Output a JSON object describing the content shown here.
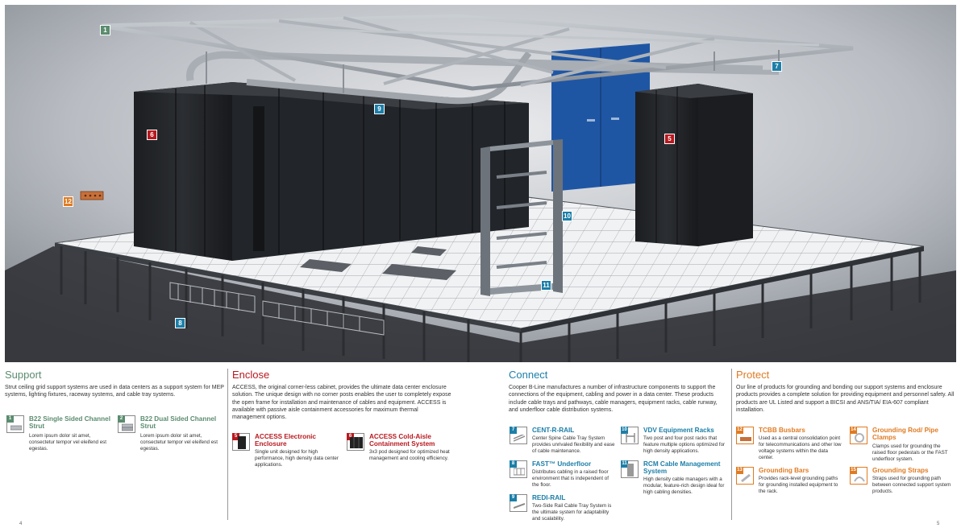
{
  "colors": {
    "support": "#5b8c6f",
    "enclose": "#b8191f",
    "connect": "#1c7fa8",
    "protect": "#e07b22",
    "blue_door": "#1f56a4"
  },
  "callouts": {
    "c1": "1",
    "c5": "5",
    "c6": "6",
    "c7": "7",
    "c8": "8",
    "c9": "9",
    "c10": "10",
    "c11": "11",
    "c12": "12"
  },
  "support": {
    "heading": "Support",
    "desc": "Strut ceiling grid support systems are used in data centers as a support system for MEP systems, lighting fixtures, raceway systems, and cable tray systems.",
    "products": [
      {
        "num": "1",
        "title": "B22 Single Sided Channel Strut",
        "desc": "Lorem ipsum dolor sit amet, consectetur tempor vel eleifend est egestas.",
        "icon": "channel-strut-icon"
      },
      {
        "num": "2",
        "title": "B22 Dual Sided Channel Strut",
        "desc": "Lorem ipsum dolor sit amet, consectetur tempor vel eleifend est egestas.",
        "icon": "dual-channel-strut-icon"
      }
    ]
  },
  "enclose": {
    "heading": "Enclose",
    "desc": "ACCESS, the original corner-less cabinet, provides the ultimate data center enclosure solution. The unique design with no corner posts enables the user to completely expose the open frame for installation and maintenance of cables and equipment. ACCESS is available with passive aisle containment accessories for maximum thermal management options.",
    "products": [
      {
        "num": "5",
        "title": "ACCESS Electronic Enclosure",
        "desc": "Single unit designed for high performance, high density data center applications.",
        "icon": "enclosure-icon"
      },
      {
        "num": "6",
        "title": "ACCESS Cold-Aisle Containment System",
        "desc": "3x3 pod designed for optimized heat management and cooling efficiency.",
        "icon": "containment-icon"
      }
    ]
  },
  "connect": {
    "heading": "Connect",
    "desc": "Cooper B-Line manufactures a number of infrastructure components to support the connections of the equipment, cabling and power in a data center. These products include cable trays and pathways, cable managers, equipment racks, cable runway, and underfloor cable distribution systems.",
    "products": [
      {
        "num": "7",
        "title": "CENT-R-RAIL",
        "desc": "Center Spine Cable Tray System provides unrivaled flexibility and ease of cable maintenance.",
        "icon": "cable-tray-icon"
      },
      {
        "num": "8",
        "title": "FAST™ Underfloor",
        "desc": "Distributes cabling in a raised floor environment that is independent of the floor.",
        "icon": "underfloor-icon"
      },
      {
        "num": "9",
        "title": "REDI-RAIL",
        "desc": "Two-Side Rail Cable Tray System is the ultimate system for adaptability and scalability.",
        "icon": "rail-tray-icon"
      },
      {
        "num": "10",
        "title": "VDV Equipment Racks",
        "desc": "Two post and four post racks that feature multiple options optimized for high density applications.",
        "icon": "equipment-rack-icon"
      },
      {
        "num": "11",
        "title": "RCM Cable Management System",
        "desc": "High density cable managers with a modular, feature-rich design ideal for high cabling densities.",
        "icon": "cable-manager-icon"
      }
    ]
  },
  "protect": {
    "heading": "Protect",
    "desc": "Our line of products for grounding and bonding our support systems and enclosure products provides a complete solution for providing equipment and personnel safety. All products are UL Listed and support a BICSI and ANS/TIA/ EIA-607 compliant installation.",
    "products": [
      {
        "num": "12",
        "title": "TCBB Busbars",
        "desc": "Used as a central consolidation point for telecommunications and other low voltage systems within the data center.",
        "icon": "busbar-icon"
      },
      {
        "num": "13",
        "title": "Grounding Bars",
        "desc": "Provides rack-level grounding paths for grounding installed equipment to the rack.",
        "icon": "grounding-bar-icon"
      },
      {
        "num": "14",
        "title": "Grounding Rod/ Pipe Clamps",
        "desc": "Clamps used for grounding the raised floor pedestals or the FAST underfloor system.",
        "icon": "pipe-clamp-icon"
      },
      {
        "num": "15",
        "title": "Grounding Straps",
        "desc": "Straps used for grounding path between connected support system products.",
        "icon": "grounding-strap-icon"
      }
    ]
  },
  "pages": {
    "left": "4",
    "right": "5"
  }
}
